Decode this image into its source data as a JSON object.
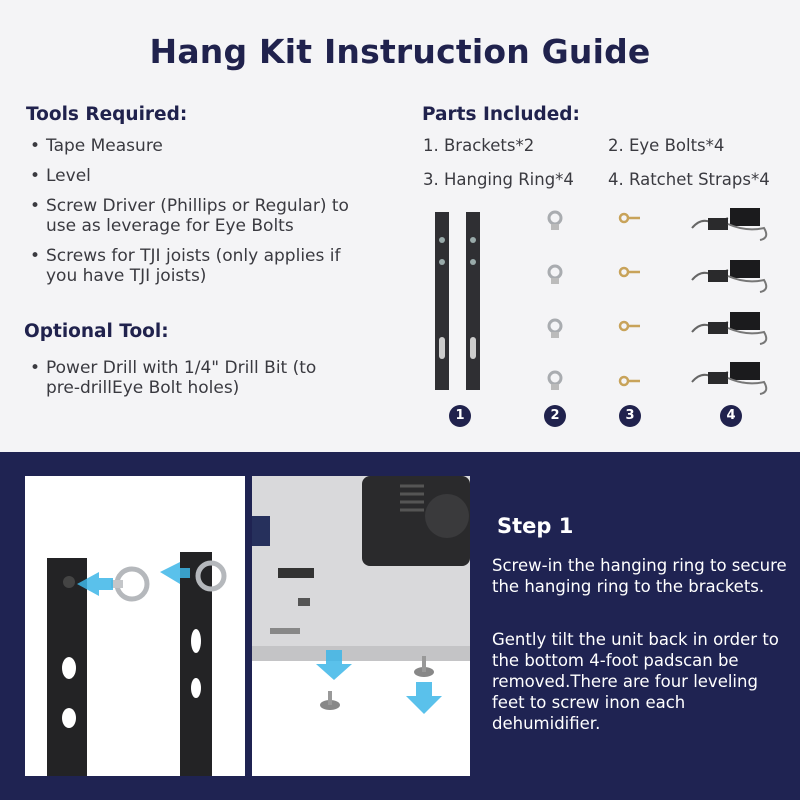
{
  "title": "Hang Kit Instruction Guide",
  "tools": {
    "heading": "Tools Required:",
    "items": [
      "Tape Measure",
      "Level",
      "Screw Driver (Phillips or Regular) to use as leverage for Eye Bolts",
      "Screws for TJI joists (only applies if you have TJI joists)"
    ]
  },
  "optional": {
    "heading": "Optional Tool:",
    "items": [
      "Power Drill with 1/4\"   Drill Bit (to pre-drillEye Bolt holes)"
    ]
  },
  "parts": {
    "heading": "Parts Included:",
    "items": [
      "1. Brackets*2",
      "2. Eye Bolts*4",
      "3. Hanging Ring*4",
      "4. Ratchet Straps*4"
    ],
    "numbers": [
      "1",
      "2",
      "3",
      "4"
    ]
  },
  "step": {
    "heading": "Step 1",
    "paragraphs": [
      "Screw-in the hanging ring to secure the hanging ring to the brackets.",
      "Gently tilt the unit back in order to the bottom 4-foot padscan be removed.There are four leveling feet to screw inon each dehumidifier."
    ]
  },
  "colors": {
    "navy": "#20224d",
    "arrow": "#3db6e8"
  }
}
